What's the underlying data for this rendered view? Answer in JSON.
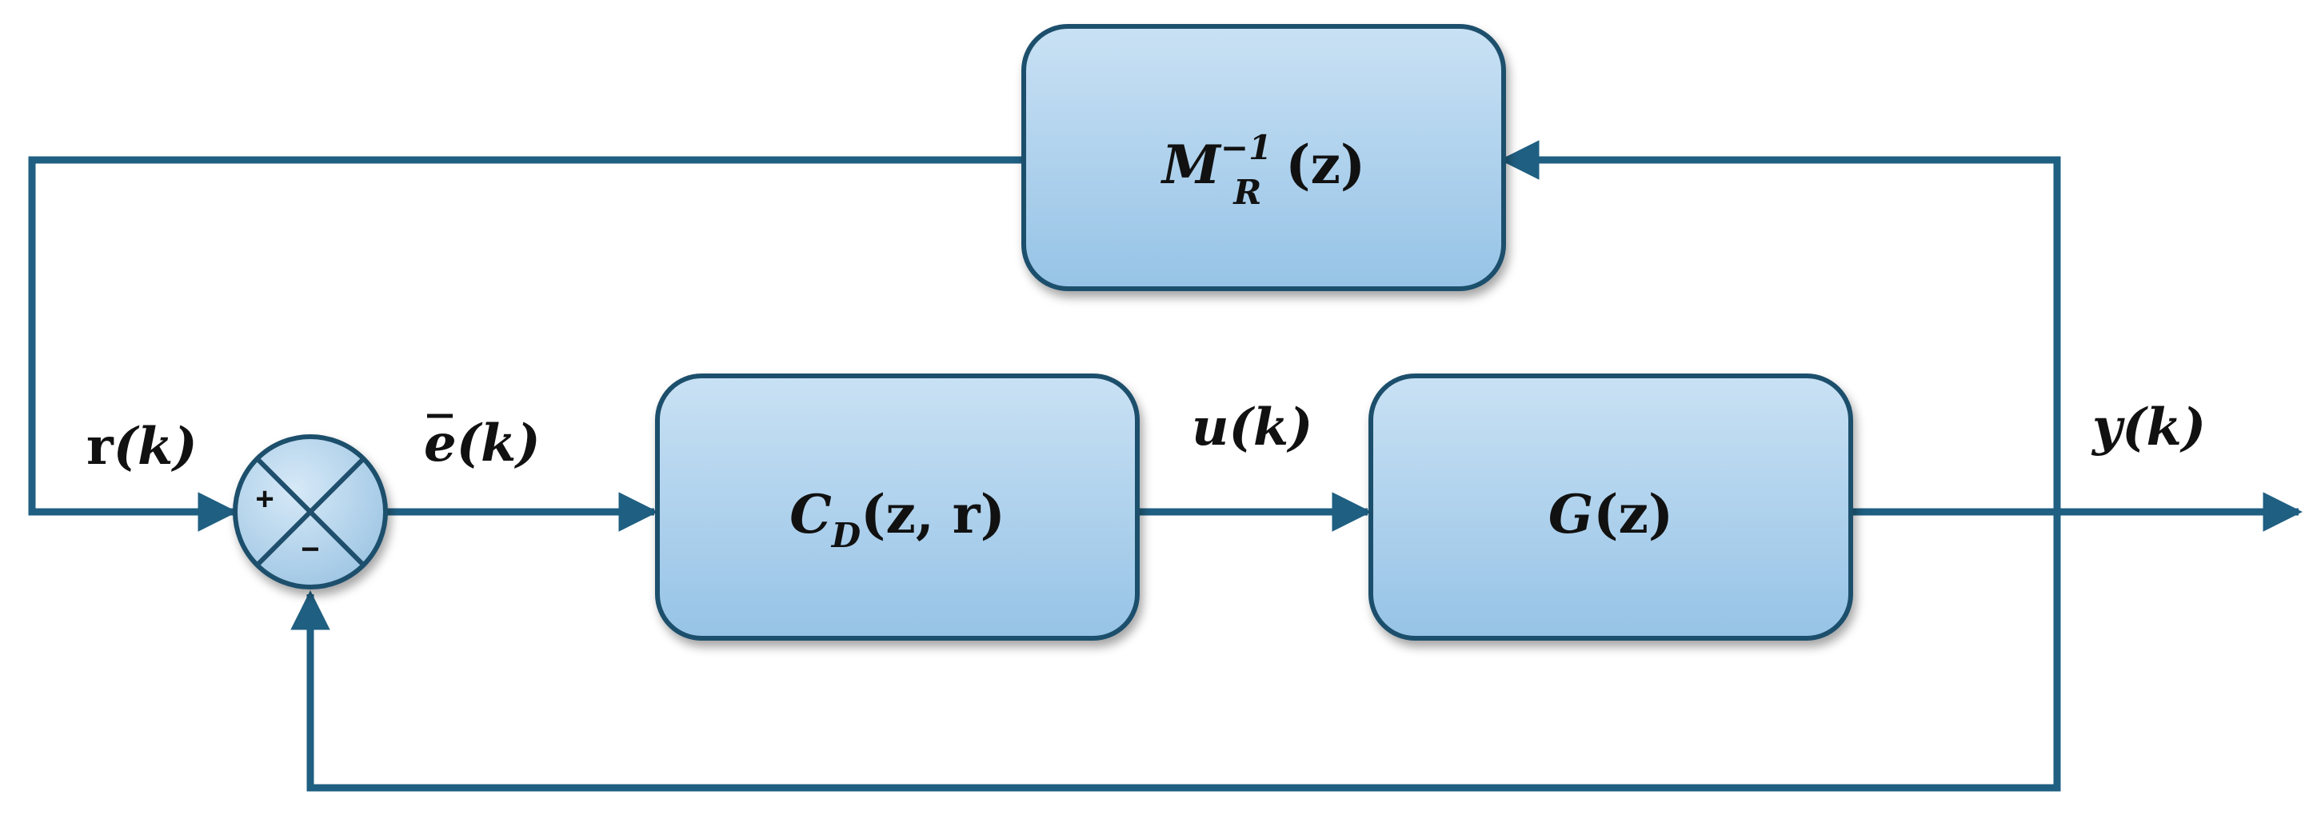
{
  "colors": {
    "line": "#1f5f82",
    "block_fill_top": "#c9e1f4",
    "block_fill_bottom": "#96c3e6",
    "block_stroke": "#1f4f6c",
    "text": "#111111"
  },
  "blocks": {
    "feedforward_inverse": {
      "name": "M",
      "sub": "R",
      "sup": "−1",
      "arg": "(z)"
    },
    "controller": {
      "name": "C",
      "sub": "D",
      "arg": "(z, r)"
    },
    "plant": {
      "name": "G",
      "arg": "(z)"
    }
  },
  "summing_junction": {
    "plus": "+",
    "minus": "−"
  },
  "signals": {
    "reference": {
      "prefix": "r",
      "arg": "(k)"
    },
    "error": {
      "name": "e",
      "arg": "(k)"
    },
    "control": {
      "name": "u",
      "arg": "(k)"
    },
    "output": {
      "name": "y",
      "arg": "(k)"
    }
  }
}
